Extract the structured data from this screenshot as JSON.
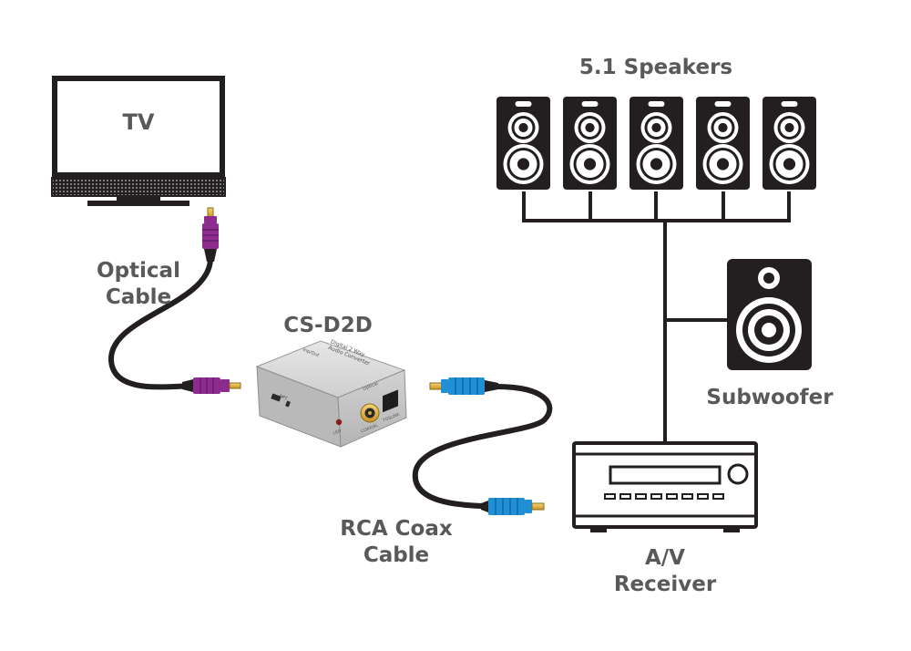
{
  "diagram": {
    "tv": {
      "label": "TV"
    },
    "optical_cable": {
      "line1": "Optical",
      "line2": "Cable",
      "color": "#8e2b8f"
    },
    "converter": {
      "name": "CS-D2D",
      "top_text_1": "Digital 2 Way",
      "top_text_2": "Audio Converter",
      "corner_text": "Inp/Out",
      "side_text": "OPT",
      "front_labels": {
        "led": "LED",
        "coaxial": "COAXIAL",
        "toslink": "TOSLINK",
        "optical": "Optical"
      }
    },
    "rca_cable": {
      "line1": "RCA Coax",
      "line2": "Cable",
      "color": "#1f8fd6"
    },
    "speakers": {
      "label": "5.1 Speakers",
      "count": 5
    },
    "subwoofer": {
      "label": "Subwoofer"
    },
    "receiver": {
      "line1": "A/V",
      "line2": "Receiver"
    },
    "colors": {
      "outline": "#231f20",
      "label_gray": "#58595b",
      "plug_gold": "#e8b339",
      "device_silver": "#c9c9c9"
    }
  }
}
